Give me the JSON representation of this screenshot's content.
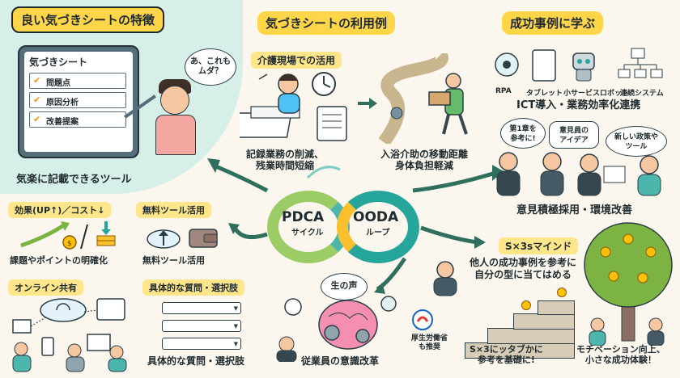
{
  "headers": {
    "left": "良い気づきシートの特徴",
    "middle": "気づきシートの利用例",
    "right": "成功事例に学ぶ"
  },
  "sheet": {
    "title": "気づきシート",
    "rows": [
      "問題点",
      "原因分析",
      "改善提案"
    ]
  },
  "speech_bubbles": {
    "worker": "あ、これも\nムダ？",
    "chapter": "第1章を\n参考に!",
    "opinion": "意見員の\nアイデア",
    "policy": "新しい政策や\nツール"
  },
  "left_features": {
    "easy_tool": "気楽に記載できるツール",
    "effect_tag": "効果(UP↑)／コスト↓",
    "effect_caption": "課題やポイントの明確化",
    "free_tag": "無料ツール活用",
    "free_caption": "無料ツール活用",
    "online_tag": "オンライン共有",
    "question_tag": "具体的な質問・選択肢",
    "question_caption": "具体的な質問・選択肢"
  },
  "usage": {
    "care_tag": "介護現場での活用",
    "record_caption": "記録業務の削減、\n残業時間短縮",
    "bath_caption": "入浴介助の移動距離\n身体負担軽減"
  },
  "cycles": {
    "pdca": "PDCA",
    "pdca_sub": "サイクル",
    "ooda": "OODA",
    "ooda_sub": "ループ",
    "voice": "生の声",
    "mind_caption": "従業員の意識改革",
    "ministry": "厚生労働省\nも推奨"
  },
  "ict": {
    "items": [
      "RPA",
      "タブレット",
      "小サービスロボット",
      "連続システム"
    ],
    "caption": "ICT導入・業務効率化連携"
  },
  "opinion_caption": "意見積極採用・環境改善",
  "mindset": {
    "tag": "S×3sマインド",
    "desc": "他人の成功事例を参考に\n自分の型に当てはめる",
    "stairs_caption": "S×3にッタブかに\n参考を基礎に!",
    "tree_caption": "モチベーション向上、\n小さな成功体験！"
  },
  "colors": {
    "yellow": "#ffd54a",
    "teal": "#2e6f5e",
    "mint": "#d7efe9"
  }
}
